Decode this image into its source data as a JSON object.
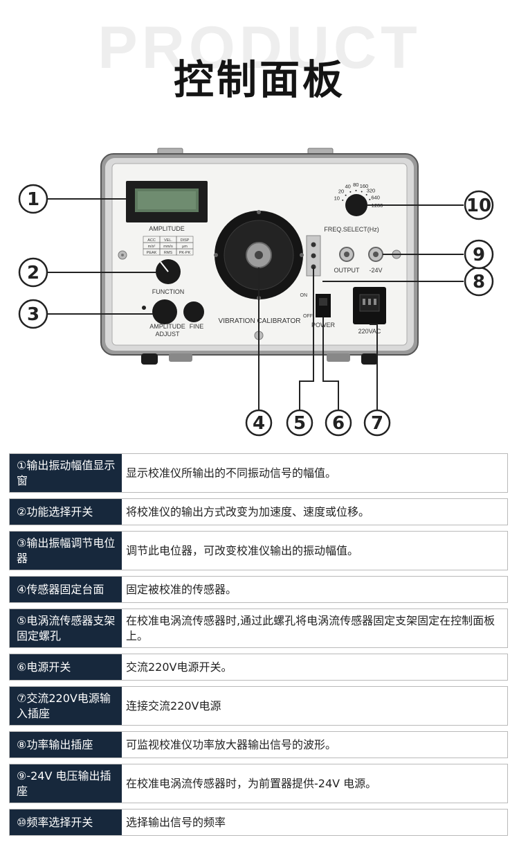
{
  "header": {
    "background_word": "PRODUCT",
    "title": "控制面板"
  },
  "panel": {
    "labels": {
      "amplitude": "AMPLITUDE",
      "function": "FUNCTION",
      "amplitude_adjust_1": "AMPLITUDE",
      "amplitude_adjust_2": "ADJUST",
      "fine": "FINE",
      "vibration_calibrator": "VIBRATION CALIBRATOR",
      "freq_select": "FREQ.SELECT(Hz)",
      "output": "OUTPUT",
      "minus24v": "-24V",
      "on": "ON",
      "off": "OFF",
      "power": "POWER",
      "vac": "220VAC"
    },
    "freq_ticks": [
      "10",
      "20",
      "40",
      "80",
      "160",
      "320",
      "640",
      "1280"
    ],
    "function_grid": [
      [
        "ACC",
        "VEL.",
        "DISP"
      ],
      [
        "m/s²",
        "mm/s",
        "μm"
      ],
      [
        "PEAK",
        "RMS",
        "PK-PK"
      ]
    ],
    "callouts": [
      "1",
      "2",
      "3",
      "4",
      "5",
      "6",
      "7",
      "8",
      "9",
      "10"
    ]
  },
  "table": {
    "rows": [
      {
        "label": "①输出振动幅值显示窗",
        "desc": "显示校准仪所输出的不同振动信号的幅值。"
      },
      {
        "label": "②功能选择开关",
        "desc": "将校准仪的输出方式改变为加速度、速度或位移。"
      },
      {
        "label": "③输出振幅调节电位器",
        "desc": "调节此电位器，可改变校准仪输出的振动幅值。"
      },
      {
        "label": "④传感器固定台面",
        "desc": "固定被校准的传感器。"
      },
      {
        "label": "⑤电涡流传感器支架固定螺孔",
        "desc": "在校准电涡流传感器时,通过此螺孔将电涡流传感器固定支架固定在控制面板上。"
      },
      {
        "label": "⑥电源开关",
        "desc": "交流220V电源开关。"
      },
      {
        "label": "⑦交流220V电源输入插座",
        "desc": "连接交流220V电源"
      },
      {
        "label": "⑧功率输出插座",
        "desc": "可监视校准仪功率放大器输出信号的波形。"
      },
      {
        "label": "⑨-24V 电压输出插座",
        "desc": "在校准电涡流传感器时，为前置器提供-24V 电源。"
      },
      {
        "label": "⑩频率选择开关",
        "desc": "选择输出信号的频率"
      }
    ]
  }
}
